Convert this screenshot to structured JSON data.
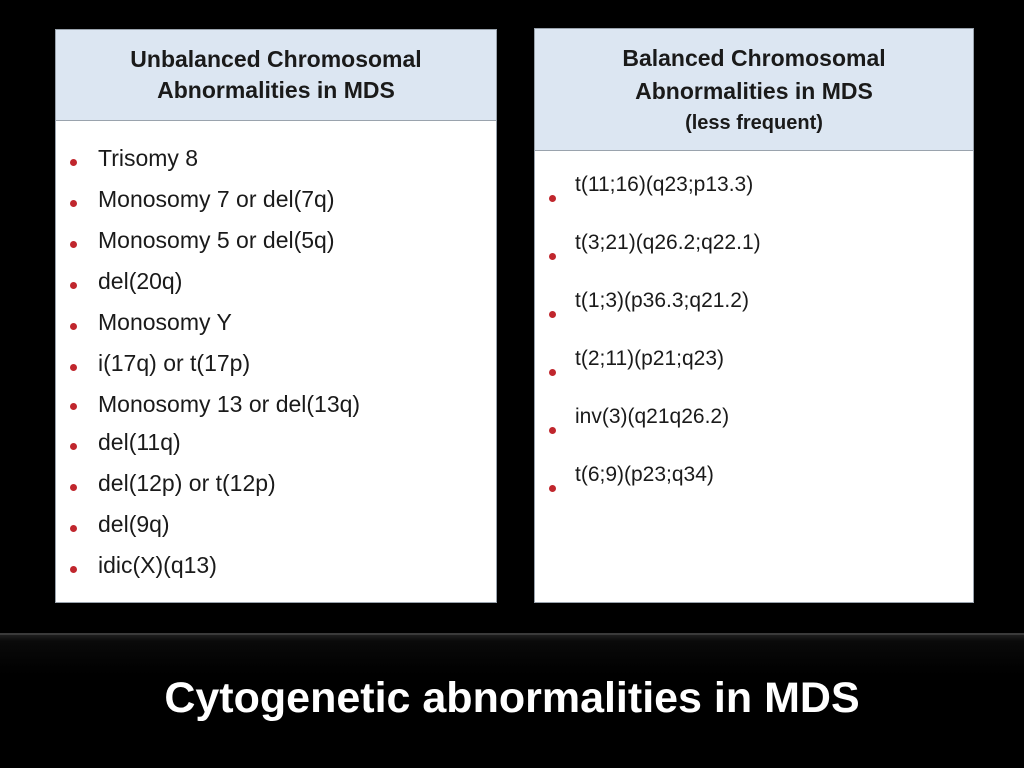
{
  "left_panel": {
    "header_line1": "Unbalanced Chromosomal",
    "header_line2": "Abnormalities in MDS",
    "items": [
      "Trisomy 8",
      "Monosomy 7 or del(7q)",
      "Monosomy 5 or del(5q)",
      "del(20q)",
      "Monosomy Y",
      "i(17q) or t(17p)",
      "Monosomy 13 or del(13q)",
      "del(11q)",
      "del(12p) or t(12p)",
      "del(9q)",
      "idic(X)(q13)"
    ]
  },
  "right_panel": {
    "header_line1": "Balanced Chromosomal",
    "header_line2": "Abnormalities in MDS",
    "header_line3": "(less frequent)",
    "items": [
      "t(11;16)(q23;p13.3)",
      "t(3;21)(q26.2;q22.1)",
      "t(1;3)(p36.3;q21.2)",
      "t(2;11)(p21;q23)",
      "inv(3)(q21q26.2)",
      "t(6;9)(p23;q34)"
    ]
  },
  "footer": {
    "title": "Cytogenetic abnormalities in MDS"
  },
  "colors": {
    "background": "#000000",
    "header_fill": "#dce6f2",
    "bullet": "#c0262d",
    "footer_text": "#ffffff"
  }
}
